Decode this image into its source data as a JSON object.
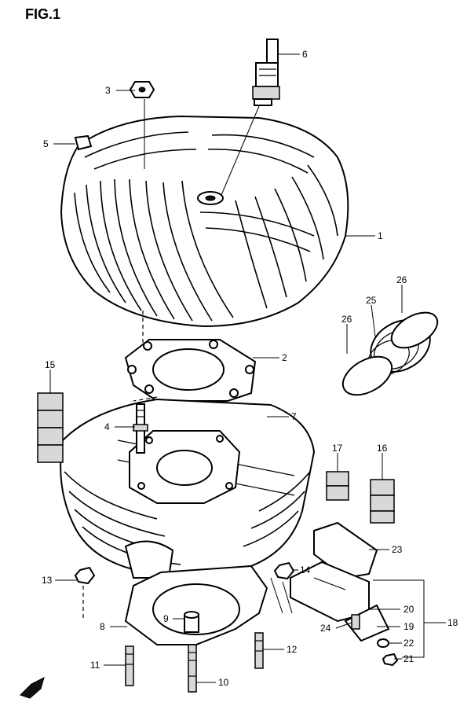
{
  "figure": {
    "title": "FIG.1"
  },
  "callouts": [
    {
      "id": "c1",
      "label": "1"
    },
    {
      "id": "c2",
      "label": "2"
    },
    {
      "id": "c3",
      "label": "3"
    },
    {
      "id": "c4",
      "label": "4"
    },
    {
      "id": "c5",
      "label": "5"
    },
    {
      "id": "c6",
      "label": "6"
    },
    {
      "id": "c7",
      "label": "7"
    },
    {
      "id": "c8",
      "label": "8"
    },
    {
      "id": "c9",
      "label": "9"
    },
    {
      "id": "c10",
      "label": "10"
    },
    {
      "id": "c11",
      "label": "11"
    },
    {
      "id": "c12",
      "label": "12"
    },
    {
      "id": "c13",
      "label": "13"
    },
    {
      "id": "c14",
      "label": "14"
    },
    {
      "id": "c15",
      "label": "15"
    },
    {
      "id": "c16",
      "label": "16"
    },
    {
      "id": "c17",
      "label": "17"
    },
    {
      "id": "c18",
      "label": "18"
    },
    {
      "id": "c19",
      "label": "19"
    },
    {
      "id": "c20",
      "label": "20"
    },
    {
      "id": "c21",
      "label": "21"
    },
    {
      "id": "c22",
      "label": "22"
    },
    {
      "id": "c23",
      "label": "23"
    },
    {
      "id": "c24",
      "label": "24"
    },
    {
      "id": "c25",
      "label": "25"
    },
    {
      "id": "c26a",
      "label": "26"
    },
    {
      "id": "c26b",
      "label": "26"
    }
  ]
}
